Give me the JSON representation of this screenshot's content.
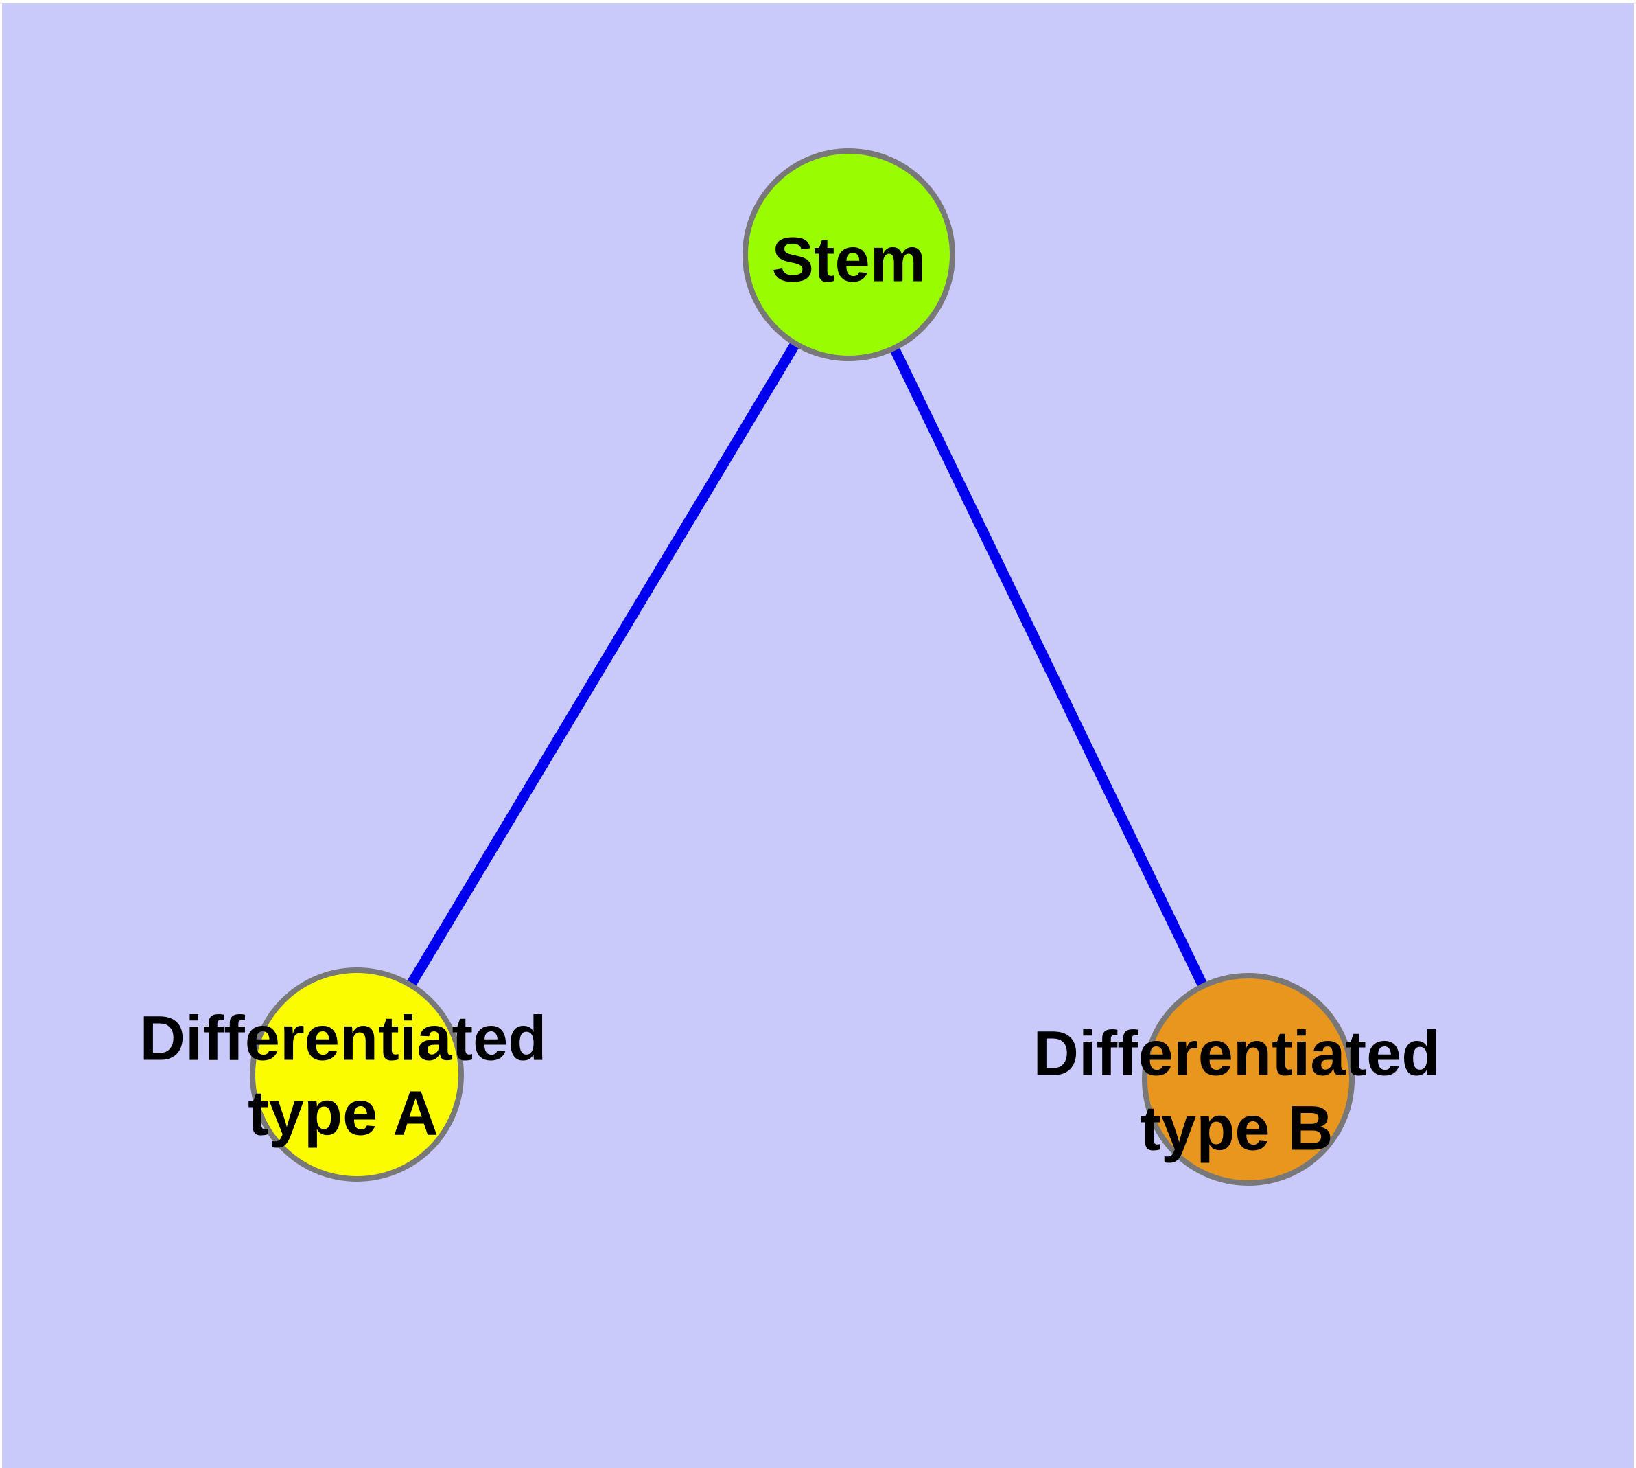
{
  "diagram": {
    "background_color": "#C9C9FA",
    "edge_color": "#0000EE",
    "node_border_color": "#787878",
    "label_color": "#000000",
    "nodes": {
      "stem": {
        "label": "Stem",
        "fill_color": "#9AFC00"
      },
      "type_a": {
        "label_line1": "Differentiated",
        "label_line2": "type A",
        "fill_color": "#FCFC00"
      },
      "type_b": {
        "label_line1": "Differentiated",
        "label_line2": "type B",
        "fill_color": "#E8961E"
      }
    },
    "edges": [
      {
        "from": "Stem",
        "to": "Differentiated type A"
      },
      {
        "from": "Stem",
        "to": "Differentiated type B"
      }
    ]
  }
}
